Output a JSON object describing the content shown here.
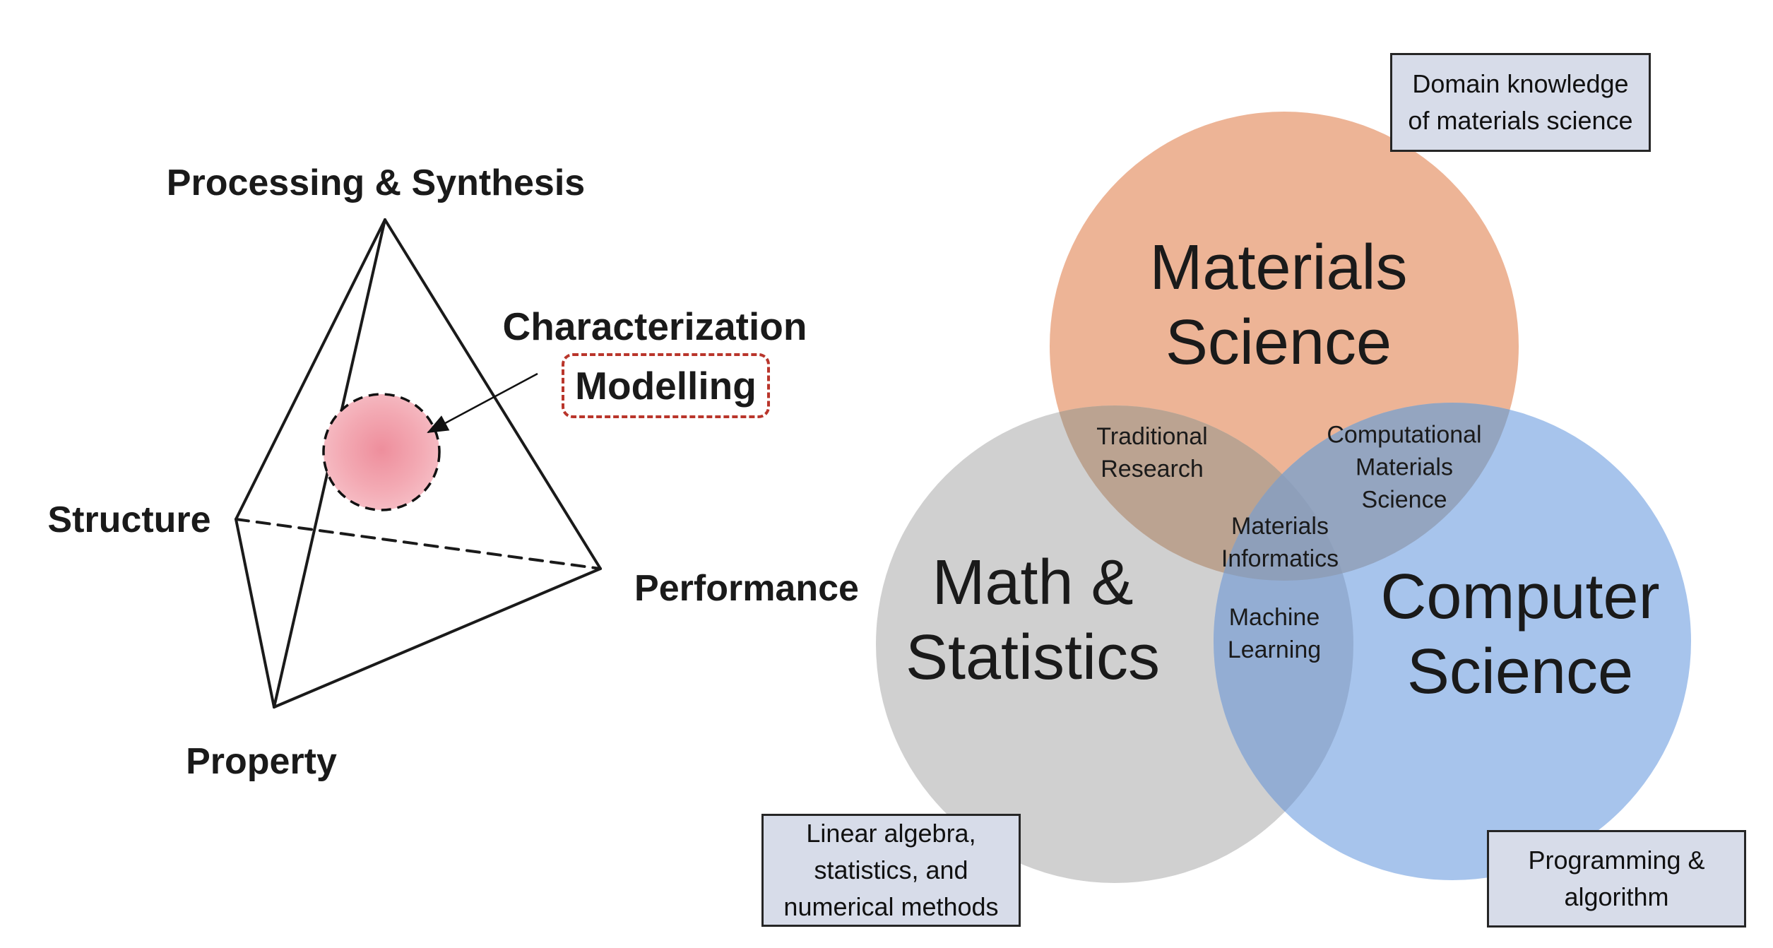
{
  "figure": {
    "background": "#FFFFFF",
    "line_color": "#1A1A1A"
  },
  "tetrahedron": {
    "vertex_labels": {
      "top": "Processing & Synthesis",
      "left": "Structure",
      "bottom": "Property",
      "right": "Performance"
    },
    "annotation": {
      "line1": "Characterization",
      "line2": "Modelling"
    },
    "modelling_box_color": "#B9352B",
    "line_color": "#1A1A1A",
    "bubble": {
      "center_color": "#EE8E9C",
      "edge_color": "#F7C3CA"
    }
  },
  "venn": {
    "materials": {
      "label": "Materials\nScience",
      "color": "#EDB496",
      "callout": "Domain knowledge\nof materials science"
    },
    "math": {
      "label": "Math &\nStatistics",
      "color": "#D0D0D0",
      "callout": "Linear algebra,\nstatistics, and\nnumerical methods"
    },
    "computer": {
      "label": "Computer\nScience",
      "color": "#A7C4EC",
      "callout": "Programming &\nalgorithm"
    },
    "overlaps": {
      "materials_math": {
        "label": "Traditional\nResearch",
        "color": "#BBA391"
      },
      "materials_computer": {
        "label": "Computational\nMaterials\nScience",
        "color": "#94A5C0"
      },
      "math_computer": {
        "label": "Machine\nLearning",
        "color": "#93ADD3"
      },
      "all": {
        "label": "Materials\nInformatics",
        "color": "#8E9FBA"
      }
    },
    "callout_bg": "#D7DCE9",
    "callout_border": "#262626"
  }
}
